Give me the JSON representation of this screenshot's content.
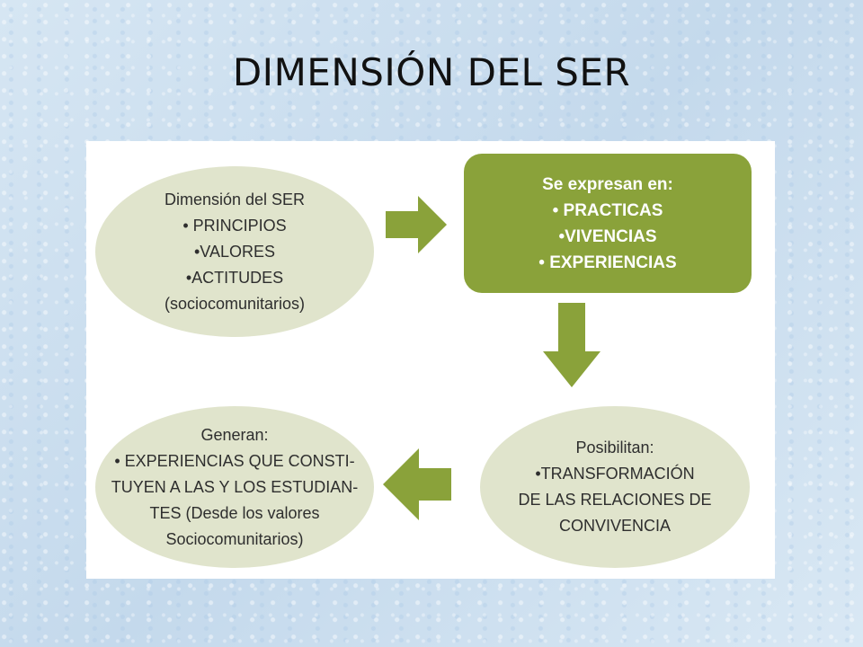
{
  "title": "DIMENSIÓN DEL SER",
  "colors": {
    "ellipse_fill": "#e0e4cc",
    "box_fill": "#8aa23a",
    "arrow_fill": "#8aa23a",
    "box_text": "#ffffff",
    "ellipse_text": "#2e2e2e"
  },
  "nodes": {
    "ser": {
      "lines": [
        "Dimensión del SER",
        "• PRINCIPIOS",
        "•VALORES",
        "•ACTITUDES",
        "(sociocomunitarios)"
      ]
    },
    "expresan": {
      "lines": [
        "Se expresan en:",
        "• PRACTICAS",
        "•VIVENCIAS",
        "• EXPERIENCIAS"
      ]
    },
    "posibilitan": {
      "lines": [
        "Posibilitan:",
        "•TRANSFORMACIÓN",
        "DE LAS RELACIONES DE",
        "CONVIVENCIA"
      ]
    },
    "generan": {
      "lines": [
        "Generan:",
        "• EXPERIENCIAS QUE CONSTI-",
        "TUYEN A LAS Y LOS ESTUDIAN-",
        "TES (Desde los valores",
        "Sociocomunitarios)"
      ]
    }
  },
  "arrows": [
    {
      "from": "ser",
      "to": "expresan",
      "direction": "right"
    },
    {
      "from": "expresan",
      "to": "posibilitan",
      "direction": "down"
    },
    {
      "from": "posibilitan",
      "to": "generan",
      "direction": "left"
    }
  ]
}
